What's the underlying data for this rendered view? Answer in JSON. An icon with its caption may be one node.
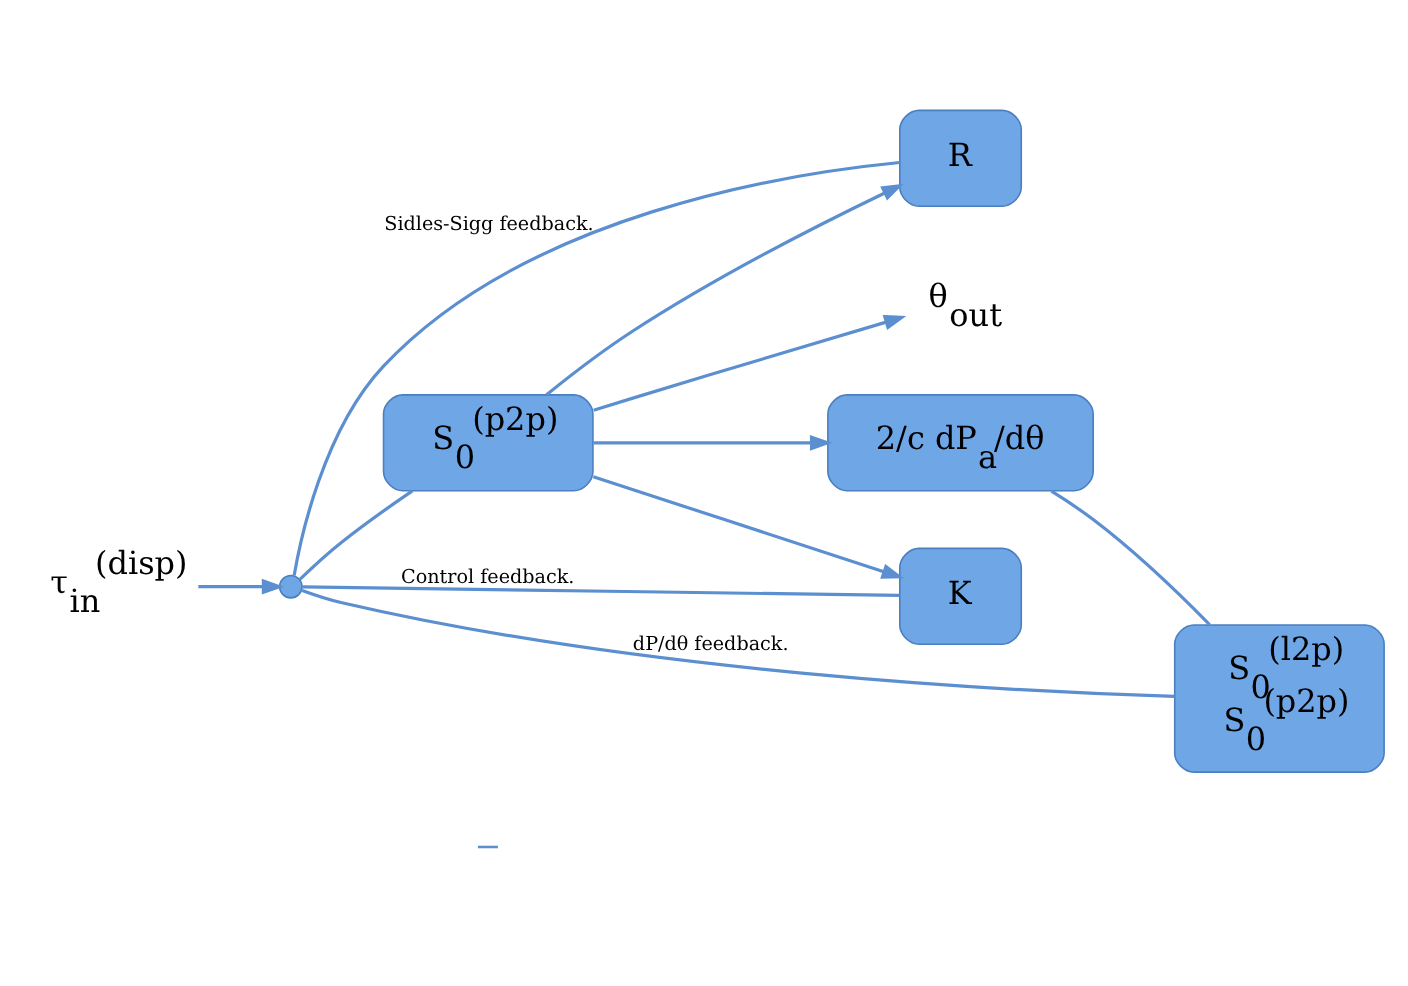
{
  "diagram": {
    "nodes": [
      {
        "text": [
          "τ$_{in}$$^{(disp)}$"
        ]
      },
      {
        "text": [],
        "shape": "circle"
      },
      {
        "text": [
          "S$_{0}$$^{(p2p)}$"
        ]
      },
      {
        "text": [
          "θ$_{out}$"
        ]
      },
      {
        "text": [
          "R"
        ]
      },
      {
        "text": [
          "S$_{0}$$^{(l2p)}$",
          "S$_{0}$$^{(p2p)}$"
        ]
      },
      {
        "text": [
          "2/c dP$_{a}$/dθ"
        ]
      },
      {
        "text": [
          "K"
        ]
      }
    ],
    "edges": [
      {
        "from": 0,
        "to": 1,
        "arrow": "to"
      },
      {
        "from": 1,
        "to": 2,
        "arrow": "none"
      },
      {
        "from": 2,
        "to": 3,
        "arrow": "to"
      },
      {
        "from": 2,
        "to": 4,
        "arrow": "to"
      },
      {
        "from": 2,
        "to": 6,
        "arrow": "to"
      },
      {
        "from": 2,
        "to": 7,
        "arrow": "to"
      },
      {
        "from": 4,
        "to": 1,
        "arrow": "none",
        "label": "Sidles-Sigg feedback."
      },
      {
        "from": 6,
        "to": 5,
        "arrow": "none"
      },
      {
        "from": 5,
        "to": 1,
        "arrow": "none",
        "label": "dP/dθ feedback."
      },
      {
        "from": 7,
        "to": 1,
        "arrow": "none",
        "label": "Control feedback."
      }
    ],
    "labels": [
      "−"
    ]
  }
}
